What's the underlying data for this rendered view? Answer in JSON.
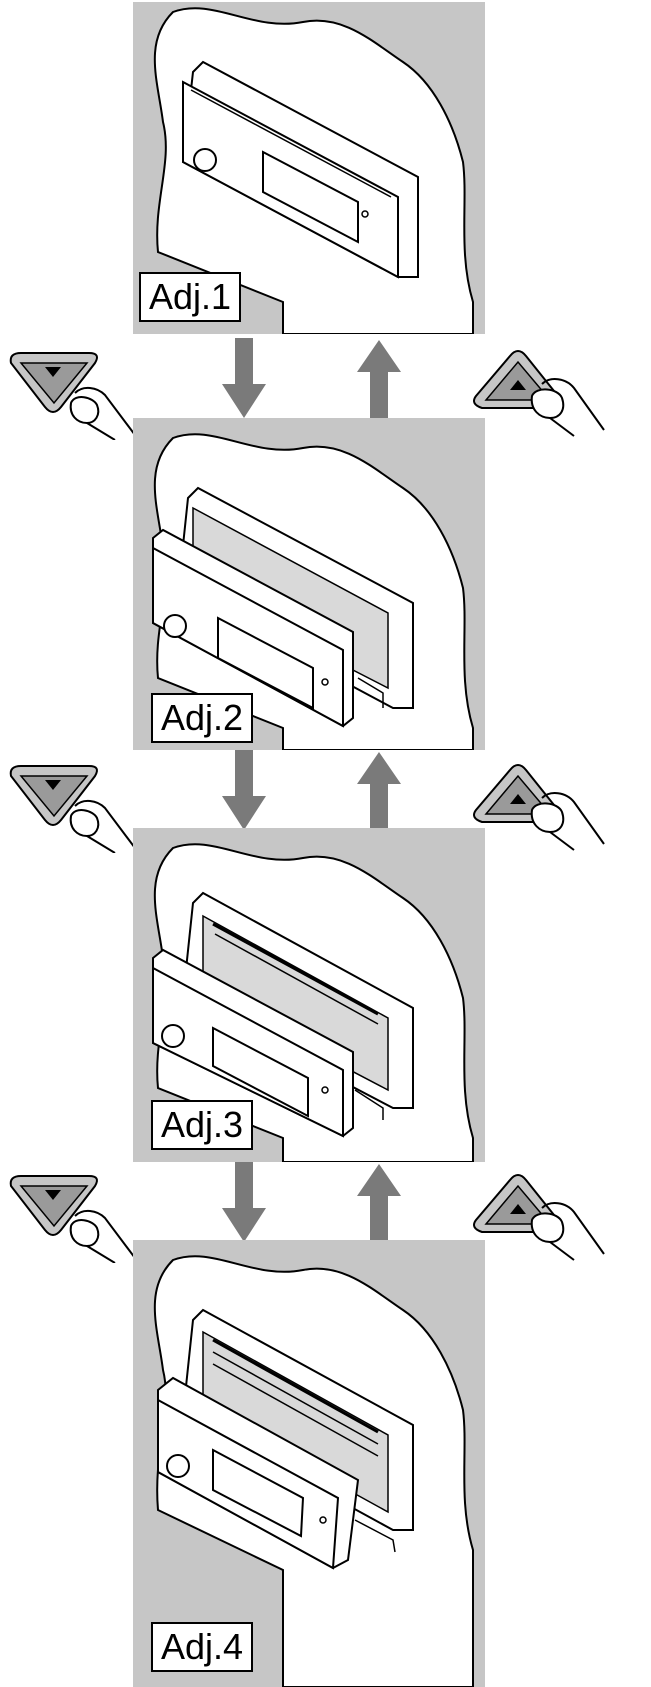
{
  "colors": {
    "panel": "#c6c6c6",
    "arrow": "#7a7a7a",
    "line": "#000000",
    "fill": "#ffffff"
  },
  "steps": [
    {
      "label": "Adj.1"
    },
    {
      "label": "Adj.2"
    },
    {
      "label": "Adj.3"
    },
    {
      "label": "Adj.4"
    }
  ],
  "controls": {
    "down_button_icon": "down-triangle-button-icon",
    "up_button_icon": "up-triangle-button-icon",
    "down_arrow_icon": "down-arrow-icon",
    "up_arrow_icon": "up-arrow-icon",
    "finger_icon": "finger-icon"
  }
}
